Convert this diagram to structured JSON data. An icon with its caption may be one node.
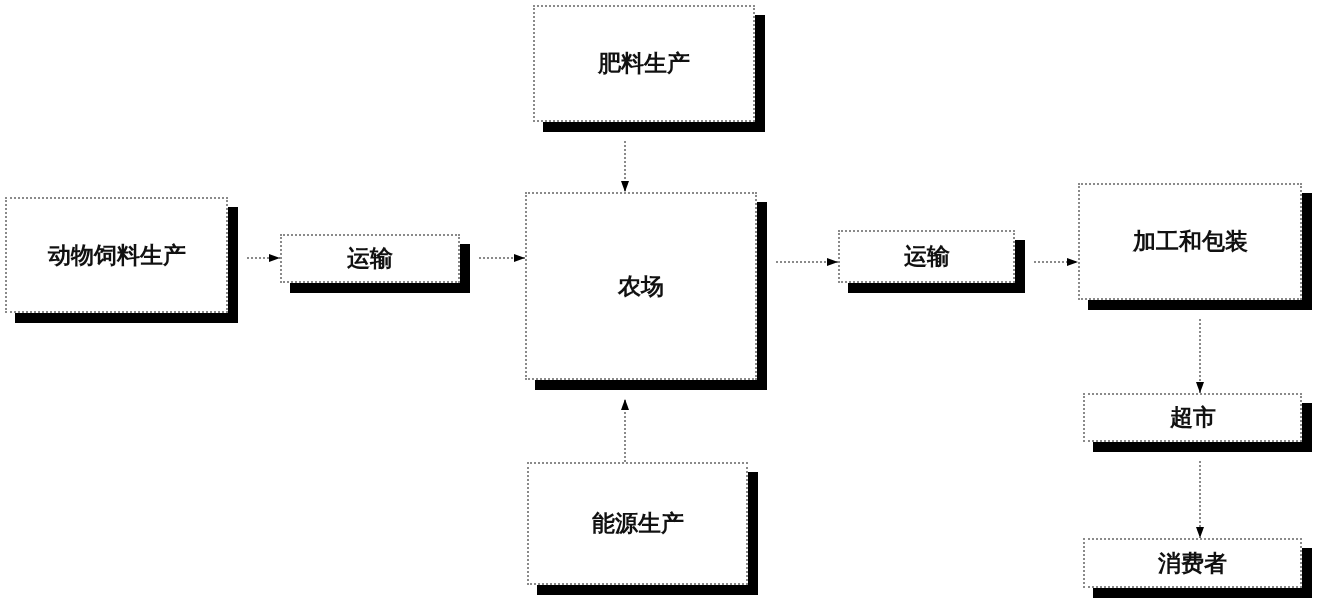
{
  "diagram": {
    "nodes": [
      {
        "text": [
          "肥料生产"
        ]
      },
      {
        "text": [
          "动物饲料生产"
        ]
      },
      {
        "text": [
          "运输"
        ]
      },
      {
        "text": [
          "农场"
        ]
      },
      {
        "text": [
          "运输"
        ]
      },
      {
        "text": [
          "加工和包装"
        ]
      },
      {
        "text": [
          "超市"
        ]
      },
      {
        "text": [
          "能源生产"
        ]
      },
      {
        "text": [
          "消费者"
        ]
      }
    ],
    "edges": [
      {
        "from": 0,
        "to": 3,
        "arrow": "to"
      },
      {
        "from": 1,
        "to": 2,
        "arrow": "to"
      },
      {
        "from": 2,
        "to": 3,
        "arrow": "to"
      },
      {
        "from": 3,
        "to": 4,
        "arrow": "to"
      },
      {
        "from": 4,
        "to": 5,
        "arrow": "to"
      },
      {
        "from": 5,
        "to": 6,
        "arrow": "to"
      },
      {
        "from": 7,
        "to": 3,
        "arrow": "to"
      },
      {
        "from": 6,
        "to": 8,
        "arrow": "to"
      }
    ]
  }
}
